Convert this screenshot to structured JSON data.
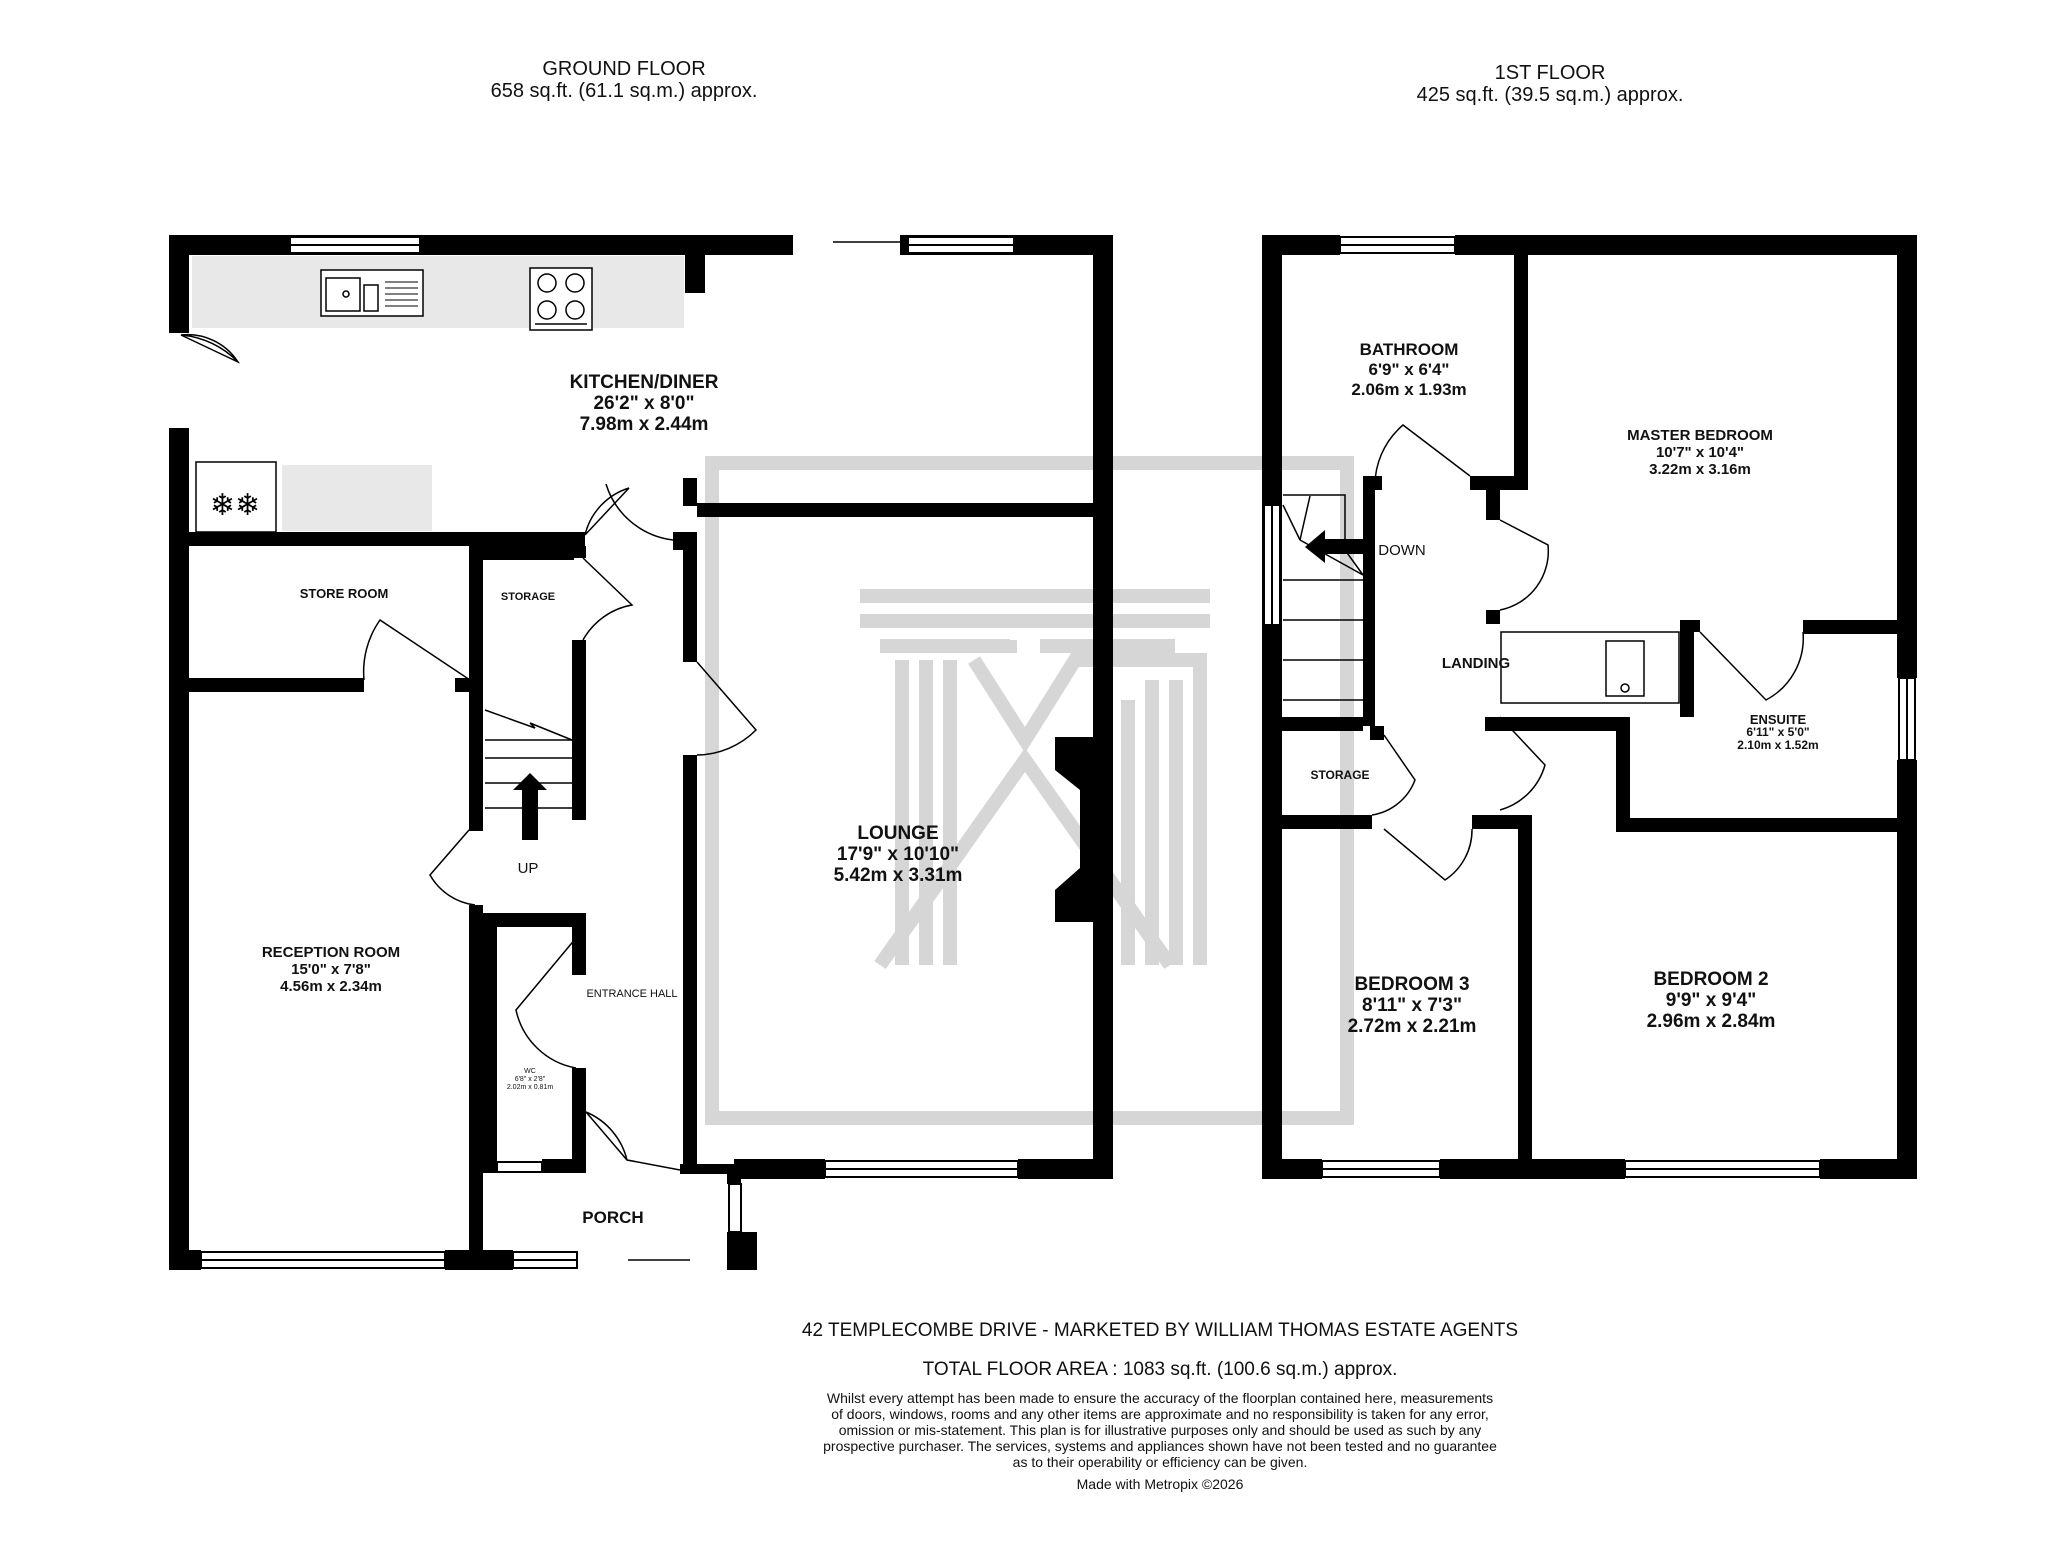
{
  "ground_floor": {
    "title": "GROUND FLOOR",
    "area": "658 sq.ft. (61.1 sq.m.) approx.",
    "rooms": {
      "kitchen": {
        "name": "KITCHEN/DINER",
        "imperial": "26'2\"  x 8'0\"",
        "metric": "7.98m  x 2.44m"
      },
      "lounge": {
        "name": "LOUNGE",
        "imperial": "17'9\"  x 10'10\"",
        "metric": "5.42m  x 3.31m"
      },
      "reception": {
        "name": "RECEPTION ROOM",
        "imperial": "15'0\"  x 7'8\"",
        "metric": "4.56m  x 2.34m"
      },
      "store_room": {
        "name": "STORE ROOM"
      },
      "storage": {
        "name": "STORAGE"
      },
      "entrance_hall": {
        "name": "ENTRANCE HALL"
      },
      "wc": {
        "name": "WC",
        "imperial": "6'8\" x 2'8\"",
        "metric": "2.02m x 0.81m"
      },
      "porch": {
        "name": "PORCH"
      },
      "up": "UP"
    }
  },
  "first_floor": {
    "title": "1ST FLOOR",
    "area": "425 sq.ft. (39.5 sq.m.) approx.",
    "rooms": {
      "bathroom": {
        "name": "BATHROOM",
        "imperial": "6'9\"  x 6'4\"",
        "metric": "2.06m  x 1.93m"
      },
      "master": {
        "name": "MASTER BEDROOM",
        "imperial": "10'7\"  x 10'4\"",
        "metric": "3.22m  x 3.16m"
      },
      "ensuite": {
        "name": "ENSUITE",
        "imperial": "6'11\"  x 5'0\"",
        "metric": "2.10m  x 1.52m"
      },
      "landing": {
        "name": "LANDING"
      },
      "storage": {
        "name": "STORAGE"
      },
      "bedroom3": {
        "name": "BEDROOM 3",
        "imperial": "8'11\"  x 7'3\"",
        "metric": "2.72m  x 2.21m"
      },
      "bedroom2": {
        "name": "BEDROOM 2",
        "imperial": "9'9\"  x 9'4\"",
        "metric": "2.96m  x 2.84m"
      },
      "down": "DOWN"
    }
  },
  "footer": {
    "address": "42 TEMPLECOMBE DRIVE - MARKETED BY WILLIAM THOMAS ESTATE AGENTS",
    "total_area": "TOTAL FLOOR AREA : 1083 sq.ft. (100.6 sq.m.) approx.",
    "disclaimer_lines": [
      "Whilst every attempt has been made to ensure the accuracy of the floorplan contained here, measurements",
      "of doors, windows, rooms and any other items are approximate and no responsibility is taken for any error,",
      "omission or mis-statement. This plan is for illustrative purposes only and should be used as such by any",
      "prospective purchaser. The services, systems and appliances shown have not been tested and no guarantee",
      "as to their operability or efficiency can be given."
    ],
    "made_with": "Made with Metropix ©2026"
  },
  "colors": {
    "wall": "#000000",
    "counter": "#e8e8e8",
    "watermark": "#d3d3d3",
    "window": "#ffffff"
  },
  "icons": [
    "sink-icon",
    "hob-icon",
    "freezer-icon",
    "stairs-arrow-icon",
    "fireplace-icon",
    "bath-icon",
    "watermark-logo"
  ]
}
